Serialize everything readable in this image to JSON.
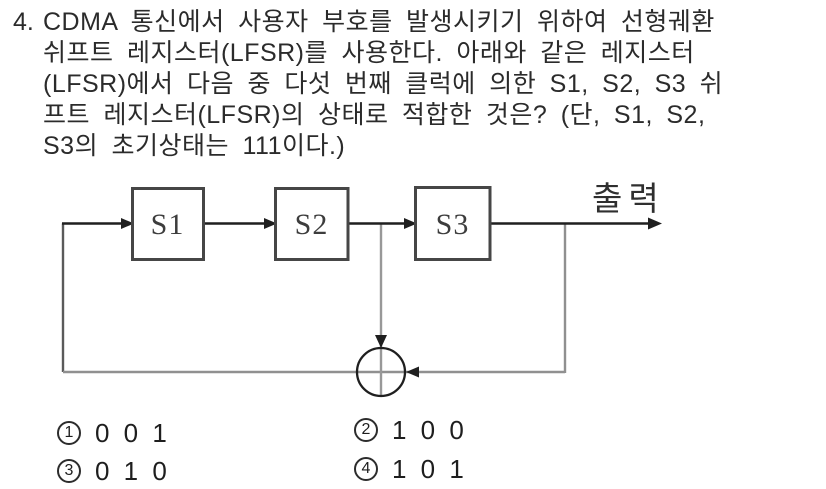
{
  "question": {
    "number": "4.",
    "lines": [
      "CDMA 통신에서 사용자 부호를 발생시키기 위하여 선형궤환",
      "쉬프트 레지스터(LFSR)를 사용한다. 아래와 같은 레지스터",
      "(LFSR)에서 다음 중 다섯 번째 클럭에 의한 S1, S2, S3 쉬",
      "프트 레지스터(LFSR)의 상태로 적합한 것은? (단, S1, S2,",
      "S3의 초기상태는 111이다.)"
    ]
  },
  "diagram": {
    "registers": [
      "S1",
      "S2",
      "S3"
    ],
    "output_label": "출력",
    "xor_gate_icon": "circle-plus-xor"
  },
  "options": [
    {
      "marker": "1",
      "value": "0 0 1"
    },
    {
      "marker": "2",
      "value": "1 0 0"
    },
    {
      "marker": "3",
      "value": "0 1 0"
    },
    {
      "marker": "4",
      "value": "1 0 1"
    }
  ],
  "colors": {
    "background": "#ffffff",
    "text": "#2b2b2b",
    "line_dark": "#1f1f1f",
    "line_gray": "#909090",
    "line_left_vertical": "#5a5a5a",
    "box_border": "#464646"
  }
}
